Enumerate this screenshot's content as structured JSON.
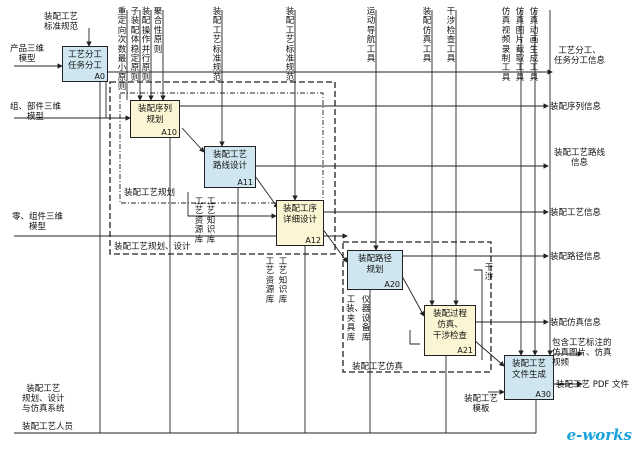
{
  "boxes": {
    "a0": {
      "title": "工艺分工\n任务分工",
      "code": "A0"
    },
    "a10": {
      "title": "装配序列\n规划",
      "code": "A10"
    },
    "a11": {
      "title": "装配工艺\n路线设计",
      "code": "A11"
    },
    "a12": {
      "title": "装配工序\n详细设计",
      "code": "A12"
    },
    "a20": {
      "title": "装配路径\n规划",
      "code": "A20"
    },
    "a21": {
      "title": "装配过程\n仿真、\n干涉检查",
      "code": "A21"
    },
    "a30": {
      "title": "装配工艺\n文件生成",
      "code": "A30"
    }
  },
  "inputs": {
    "product_model": "产品三维\n模型",
    "assembly_model": "组、部件三维\n模型",
    "part_model": "零、组件三维\n模型",
    "system": "装配工艺\n规划、设计\n与仿真系统",
    "personnel": "装配工艺人员"
  },
  "top_labels": {
    "std_spec": "装配工艺\n标准规范",
    "v1": "重定向次数最小原则",
    "v2": "子装配体稳定原则",
    "v3": "装配操作并行原则",
    "v4": "聚合性原则",
    "v5": "装配工艺标准规范",
    "v6": "装配工艺标准规范",
    "v7": "运动导航工具",
    "v8": "装配仿真工具",
    "v9": "干涉检查工具",
    "v10": "仿真视频录制工具",
    "v11": "仿真图片截取工具",
    "v12": "仿真动画生成工具"
  },
  "outputs": {
    "o1": "工艺分工、\n任务分工信息",
    "o2": "装配序列信息",
    "o3": "装配工艺路线\n信息",
    "o4": "装配工艺信息",
    "o5": "装配路径信息",
    "o6": "装配仿真信息",
    "o7": "包含工艺标注的\n仿真图片、仿真\n视频",
    "o8": "装配工艺 PDF 文件"
  },
  "inner": {
    "plan_label": "装配工艺规划",
    "plan_design_label": "装配工艺规划、设计",
    "sim_label": "装配工艺仿真",
    "tool_lib1": "工艺资源库",
    "know_lib1": "工艺知识库",
    "tool_lib2": "工艺资源库",
    "know_lib2": "工艺知识库",
    "fixture_lib": "工装、夹具库",
    "instrument_lib": "仪器设备库",
    "interference": "干涉",
    "template": "装配工艺\n模板"
  },
  "logo": "e-works",
  "colors": {
    "blue_box": "#cfe6f0",
    "yellow_box": "#fbf5d3",
    "logo": "#1aa3d9"
  }
}
